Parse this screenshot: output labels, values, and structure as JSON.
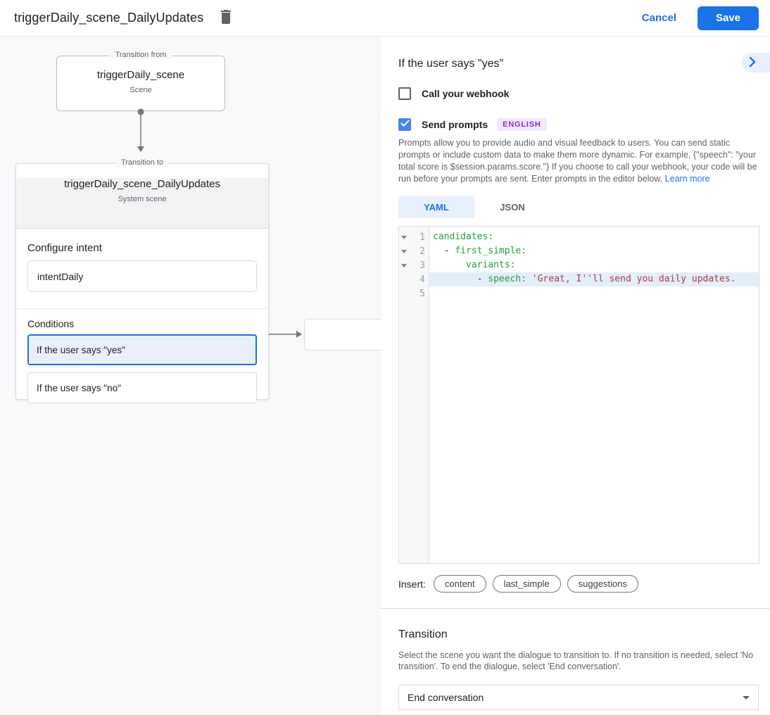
{
  "topbar": {
    "title": "triggerDaily_scene_DailyUpdates",
    "cancel_label": "Cancel",
    "save_label": "Save"
  },
  "canvas": {
    "from_node": {
      "legend": "Transition from",
      "title": "triggerDaily_scene",
      "subtitle": "Scene"
    },
    "to_node": {
      "legend": "Transition to",
      "title": "triggerDaily_scene_DailyUpdates",
      "subtitle": "System scene",
      "configure_intent_label": "Configure intent",
      "intent_value": "intentDaily",
      "conditions_label": "Conditions",
      "conditions": [
        {
          "label": "If the user says \"yes\"",
          "selected": true
        },
        {
          "label": "If the user says \"no\"",
          "selected": false
        }
      ]
    }
  },
  "detail": {
    "title": "If the user says \"yes\"",
    "webhook_label": "Call your webhook",
    "webhook_checked": false,
    "send_prompts_label": "Send prompts",
    "send_prompts_checked": true,
    "language_badge": "ENGLISH",
    "description": "Prompts allow you to provide audio and visual feedback to users. You can send static prompts or include custom data to make them more dynamic. For example, {\"speech\": \"your total score is $session.params.score.\"} If you choose to call your webhook, your code will be run before your prompts are sent. Enter prompts in the editor below. ",
    "learn_more_label": "Learn more",
    "tabs": [
      {
        "label": "YAML",
        "active": true
      },
      {
        "label": "JSON",
        "active": false
      }
    ],
    "editor": {
      "lines": [
        {
          "n": "1",
          "fold": true,
          "active": false,
          "segs": [
            [
              "key",
              "candidates:"
            ]
          ]
        },
        {
          "n": "2",
          "fold": true,
          "active": false,
          "segs": [
            [
              "plain",
              "  - "
            ],
            [
              "key",
              "first_simple:"
            ]
          ]
        },
        {
          "n": "3",
          "fold": true,
          "active": false,
          "segs": [
            [
              "plain",
              "      "
            ],
            [
              "key",
              "variants:"
            ]
          ]
        },
        {
          "n": "4",
          "fold": false,
          "active": true,
          "segs": [
            [
              "plain",
              "        - "
            ],
            [
              "key",
              "speech:"
            ],
            [
              "plain",
              " "
            ],
            [
              "str",
              "'Great, I''ll send you daily updates."
            ]
          ]
        },
        {
          "n": "5",
          "fold": false,
          "active": false,
          "segs": []
        }
      ]
    },
    "insert_label": "Insert:",
    "insert_chips": [
      "content",
      "last_simple",
      "suggestions"
    ],
    "transition": {
      "title": "Transition",
      "description": "Select the scene you want the dialogue to transition to. If no transition is needed, select 'No transition'. To end the dialogue, select 'End conversation'.",
      "selected_value": "End conversation"
    }
  },
  "colors": {
    "accent": "#1a73e8",
    "selection_bg": "#e8f0fe",
    "check_blue": "#4285f4",
    "badge_bg": "#f3e8fd",
    "badge_fg": "#8430ce",
    "tok_key": "#22a03e",
    "tok_str": "#ad3c40"
  }
}
